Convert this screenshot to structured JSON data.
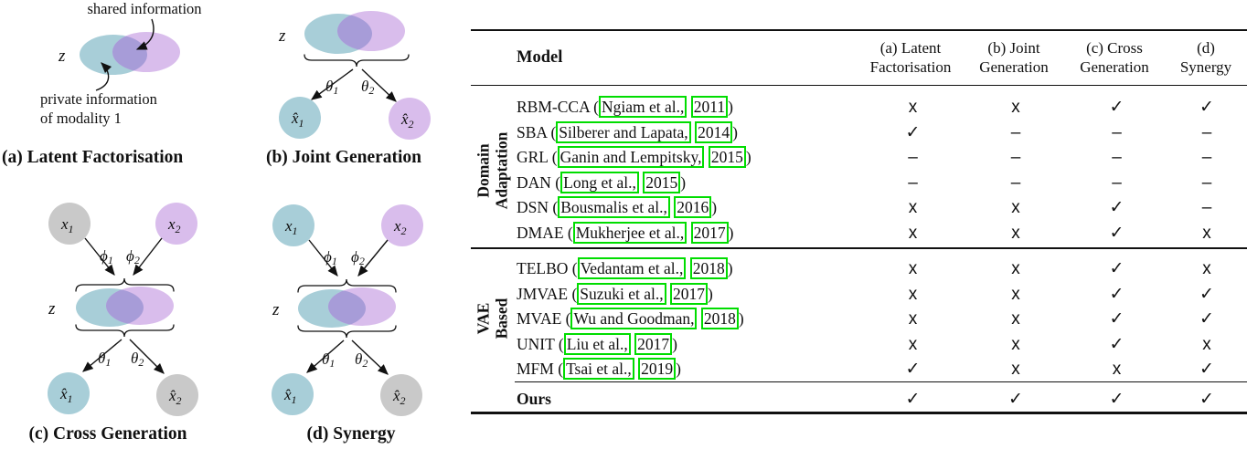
{
  "colors": {
    "teal": "#a8ced8",
    "purple": "#d9bdec",
    "overlap": "#a79cd8",
    "gray": "#c9c9c9",
    "link_green": "#00dd00"
  },
  "math": {
    "z": "z",
    "x": "x",
    "xhat": "x̂",
    "theta": "θ",
    "phi": "ϕ",
    "sub1": "1",
    "sub2": "2"
  },
  "diagrams": {
    "a": {
      "caption": "(a) Latent Factorisation",
      "shared_label": "shared information",
      "private_label_line1": "private information",
      "private_label_line2": "of modality 1"
    },
    "b": {
      "caption": "(b) Joint Generation"
    },
    "c": {
      "caption": "(c) Cross Generation"
    },
    "d": {
      "caption": "(d) Synergy"
    }
  },
  "table": {
    "header": {
      "model": "Model",
      "columns": [
        {
          "line1": "(a) Latent",
          "line2": "Factorisation"
        },
        {
          "line1": "(b) Joint",
          "line2": "Generation"
        },
        {
          "line1": "(c) Cross",
          "line2": "Generation"
        },
        {
          "line1": "(d)",
          "line2": "Synergy"
        }
      ]
    },
    "groups": [
      {
        "label_line1": "Domain",
        "label_line2": "Adaptation",
        "rows": [
          {
            "prefix": "RBM-CCA (",
            "authors": "Ngiam et al.,",
            "year": "2011",
            "suffix": ")",
            "marks": [
              "x",
              "x",
              "✓",
              "✓"
            ]
          },
          {
            "prefix": "SBA (",
            "authors": "Silberer and Lapata,",
            "year": "2014",
            "suffix": ")",
            "marks": [
              "✓",
              "–",
              "–",
              "–"
            ]
          },
          {
            "prefix": "GRL (",
            "authors": "Ganin and Lempitsky,",
            "year": "2015",
            "suffix": ")",
            "marks": [
              "–",
              "–",
              "–",
              "–"
            ]
          },
          {
            "prefix": "DAN (",
            "authors": "Long et al.,",
            "year": "2015",
            "suffix": ")",
            "marks": [
              "–",
              "–",
              "–",
              "–"
            ]
          },
          {
            "prefix": "DSN (",
            "authors": "Bousmalis et al.,",
            "year": "2016",
            "suffix": ")",
            "marks": [
              "x",
              "x",
              "✓",
              "–"
            ]
          },
          {
            "prefix": "DMAE (",
            "authors": "Mukherjee et al.,",
            "year": "2017",
            "suffix": ")",
            "marks": [
              "x",
              "x",
              "✓",
              "x"
            ]
          }
        ]
      },
      {
        "label_line1": "VAE",
        "label_line2": "Based",
        "rows": [
          {
            "prefix": "TELBO (",
            "authors": "Vedantam et al.,",
            "year": "2018",
            "suffix": ")",
            "marks": [
              "x",
              "x",
              "✓",
              "x"
            ]
          },
          {
            "prefix": "JMVAE (",
            "authors": "Suzuki et al.,",
            "year": "2017",
            "suffix": ")",
            "marks": [
              "x",
              "x",
              "✓",
              "✓"
            ]
          },
          {
            "prefix": "MVAE (",
            "authors": "Wu and Goodman,",
            "year": "2018",
            "suffix": ")",
            "marks": [
              "x",
              "x",
              "✓",
              "✓"
            ]
          },
          {
            "prefix": "UNIT (",
            "authors": "Liu et al.,",
            "year": "2017",
            "suffix": ")",
            "marks": [
              "x",
              "x",
              "✓",
              "x"
            ]
          },
          {
            "prefix": "MFM (",
            "authors": "Tsai et al.,",
            "year": "2019",
            "suffix": ")",
            "marks": [
              "✓",
              "x",
              "x",
              "✓"
            ]
          }
        ]
      }
    ],
    "ours": {
      "label": "Ours",
      "marks": [
        "✓",
        "✓",
        "✓",
        "✓"
      ]
    }
  }
}
